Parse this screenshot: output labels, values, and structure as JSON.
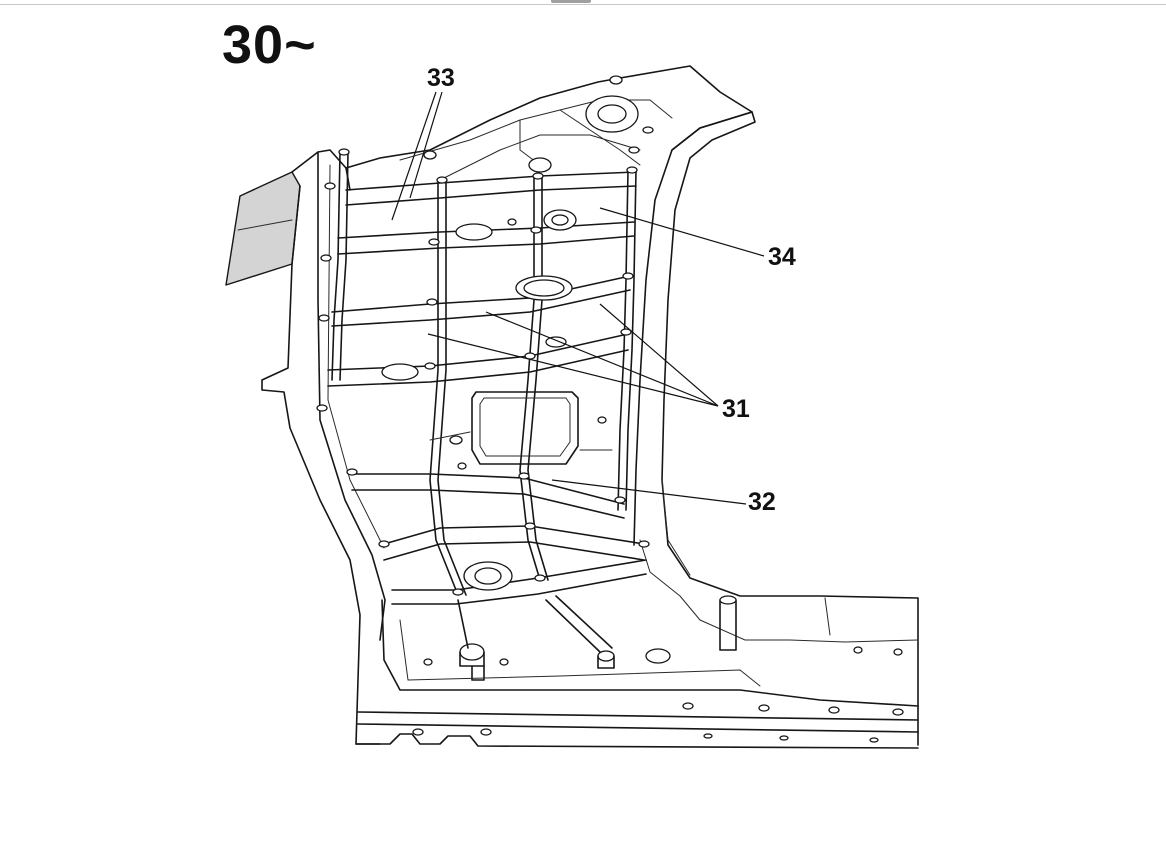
{
  "figure": {
    "number_label": "30~",
    "reference_labels": {
      "ref_33": "33",
      "ref_34": "34",
      "ref_31": "31",
      "ref_32": "32"
    }
  }
}
